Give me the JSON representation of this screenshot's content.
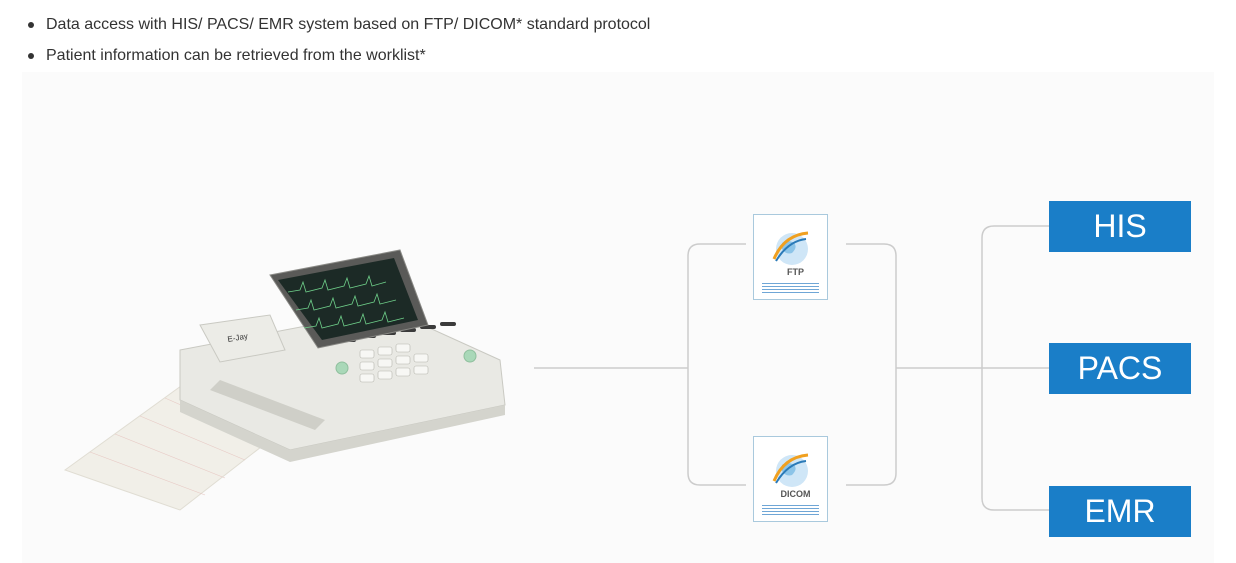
{
  "bullets": [
    "Data access with HIS/ PACS/ EMR system based on FTP/ DICOM*  standard protocol",
    "Patient information can be retrieved from the worklist*"
  ],
  "device": {
    "brand": "E-Jay"
  },
  "protocols": [
    {
      "label": "FTP",
      "icon": "globe-document-icon"
    },
    {
      "label": "DICOM",
      "icon": "globe-document-icon"
    }
  ],
  "systems": [
    {
      "label": "HIS"
    },
    {
      "label": "PACS"
    },
    {
      "label": "EMR"
    }
  ],
  "colors": {
    "system_box": "#1a7ec8",
    "connector": "#cccccc",
    "document_border": "#a9c9dd"
  }
}
